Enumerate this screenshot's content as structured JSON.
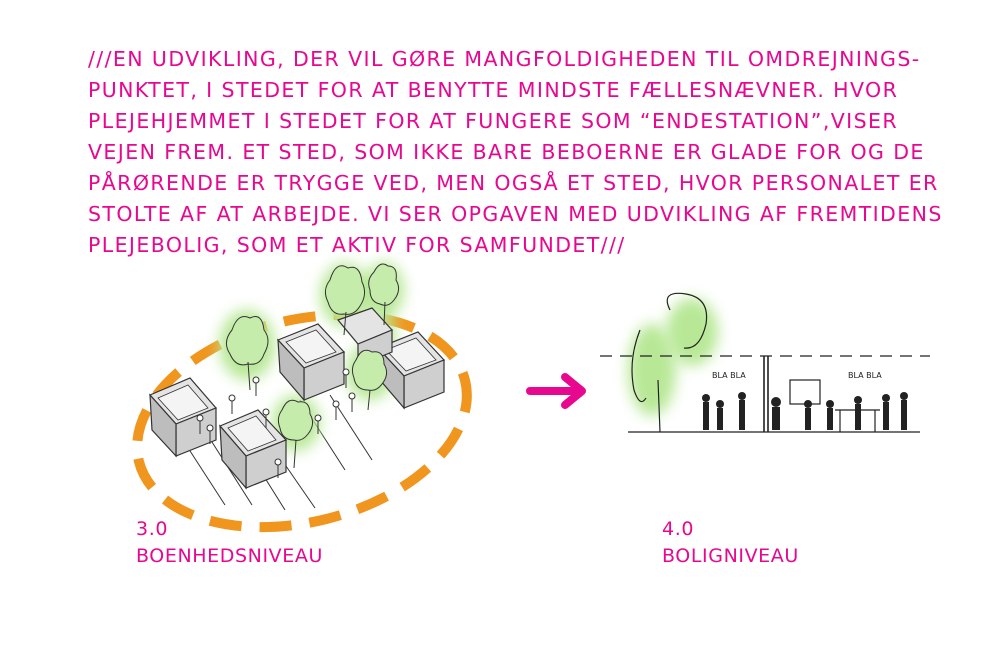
{
  "intro_text": "///EN UDVIKLING, DER VIL GØRE MANGFOLDIGHEDEN TIL OMDREJNINGS-\nPUNKTET, I STEDET FOR AT BENYTTE MINDSTE FÆLLESNÆVNER. HVOR\nPLEJEHJEMMET I STEDET FOR AT FUNGERE SOM “ENDESTATION”,VISER\nVEJEN FREM. ET STED, SOM IKKE BARE BEBOERNE ER GLADE FOR OG DE\nPÅRØRENDE ER TRYGGE VED, MEN OGSÅ ET STED, HVOR PERSONALET ER\nSTOLTE AF AT ARBEJDE. VI SER OPGAVEN MED UDVIKLING AF FREMTIDENS\nPLEJEBOLIG, SOM ET AKTIV FOR SAMFUNDET///",
  "levels": [
    {
      "number": "3.0",
      "name": "BOENHEDSNIVEAU"
    },
    {
      "number": "4.0",
      "name": "BOLIGNIVEAU"
    }
  ],
  "speech_bubbles": [
    "BLA BLA",
    "BLA BLA"
  ],
  "colors": {
    "text": "#e8078f",
    "arrow": "#e8078f",
    "dashed_ellipse": "#f0961e",
    "trees": "#b8e896",
    "sketch": "#222222"
  }
}
